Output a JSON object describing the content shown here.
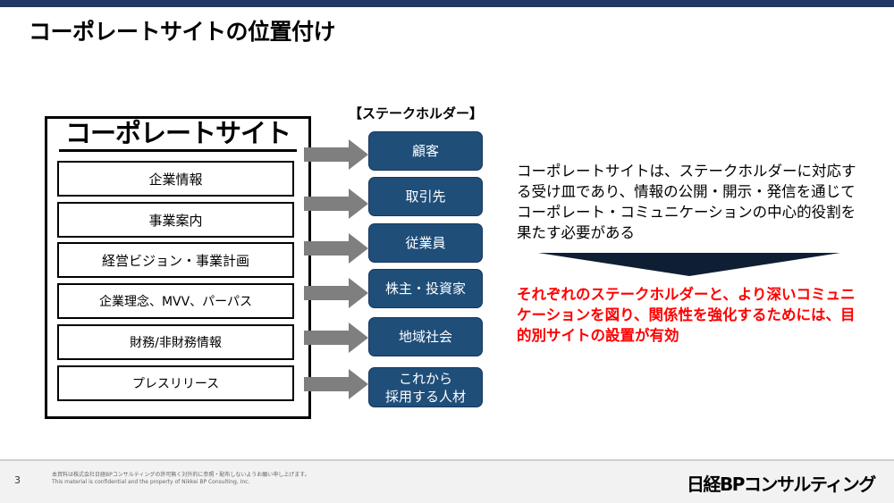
{
  "title": "コーポレートサイトの位置付け",
  "site": {
    "title": "コーポレートサイト",
    "items": [
      "企業情報",
      "事業案内",
      "経営ビジョン・事業計画",
      "企業理念、MVV、パーパス",
      "財務/非財務情報",
      "プレスリリース"
    ]
  },
  "stakeholders": {
    "heading": "【ステークホルダー】",
    "items": [
      "顧客",
      "取引先",
      "従業員",
      "株主・投資家",
      "地域社会",
      "これから\n採用する人材"
    ]
  },
  "description": "コーポレートサイトは、ステークホルダーに対応する受け皿であり、情報の公開・開示・発信を通じてコーポレート・コミュニケーションの中心的役割を果たす必要がある",
  "conclusion": "それぞれのステークホルダーと、より深いコミュニケーションを図り、関係性を強化するためには、目的別サイトの設置が有効",
  "footer": {
    "page": "3",
    "note_ja": "本資料は株式会社日経BPコンサルティングの許可無く対外的に参照・配布しないようお願い申し上げます。",
    "note_en": "This material is confidential and the property of  Nikkei BP Consulting, Inc.",
    "logo": "日経BPコンサルティング"
  },
  "colors": {
    "navy": "#1f4e79",
    "red": "#ff0000",
    "arrow": "#7f7f7f"
  }
}
